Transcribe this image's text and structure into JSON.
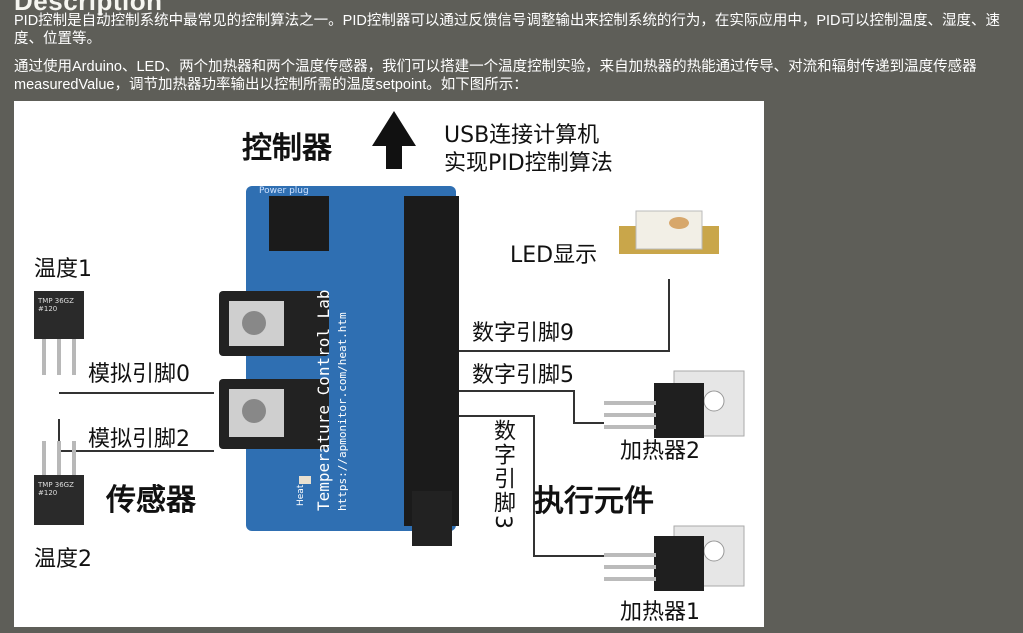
{
  "section": {
    "heading": "Description"
  },
  "paragraphs": {
    "p1": "PID控制是自动控制系统中最常见的控制算法之一。PID控制器可以通过反馈信号调整输出来控制系统的行为，在实际应用中，PID可以控制温度、湿度、速度、位置等。",
    "p2": "通过使用Arduino、LED、两个加热器和两个温度传感器，我们可以搭建一个温度控制实验，来自加热器的热能通过传导、对流和辐射传递到温度传感器measuredValue，调节加热器功率输出以控制所需的温度setpoint。如下图所示："
  },
  "figure": {
    "controller": "控制器",
    "usb_line1": "USB连接计算机",
    "usb_line2": "实现PID控制算法",
    "led_display": "LED显示",
    "temp1": "温度1",
    "temp2": "温度2",
    "analog0": "模拟引脚0",
    "analog2": "模拟引脚2",
    "sensor": "传感器",
    "digital9": "数字引脚9",
    "digital5": "数字引脚5",
    "digital3": "数字引脚3",
    "actuator": "执行元件",
    "heater2": "加热器2",
    "heater1": "加热器1",
    "board_title": "Temperature Control Lab",
    "board_url": "https://apmonitor.com/heat.htm",
    "board_power": "Power plug",
    "board_heat": "Heat",
    "chip1_text": "TMP 36GZ #120",
    "chip2_text": "TMP 36GZ #120"
  },
  "colors": {
    "page_bg": "#5e5e58",
    "board_blue": "#2f6fb2",
    "figure_bg": "#ffffff"
  }
}
